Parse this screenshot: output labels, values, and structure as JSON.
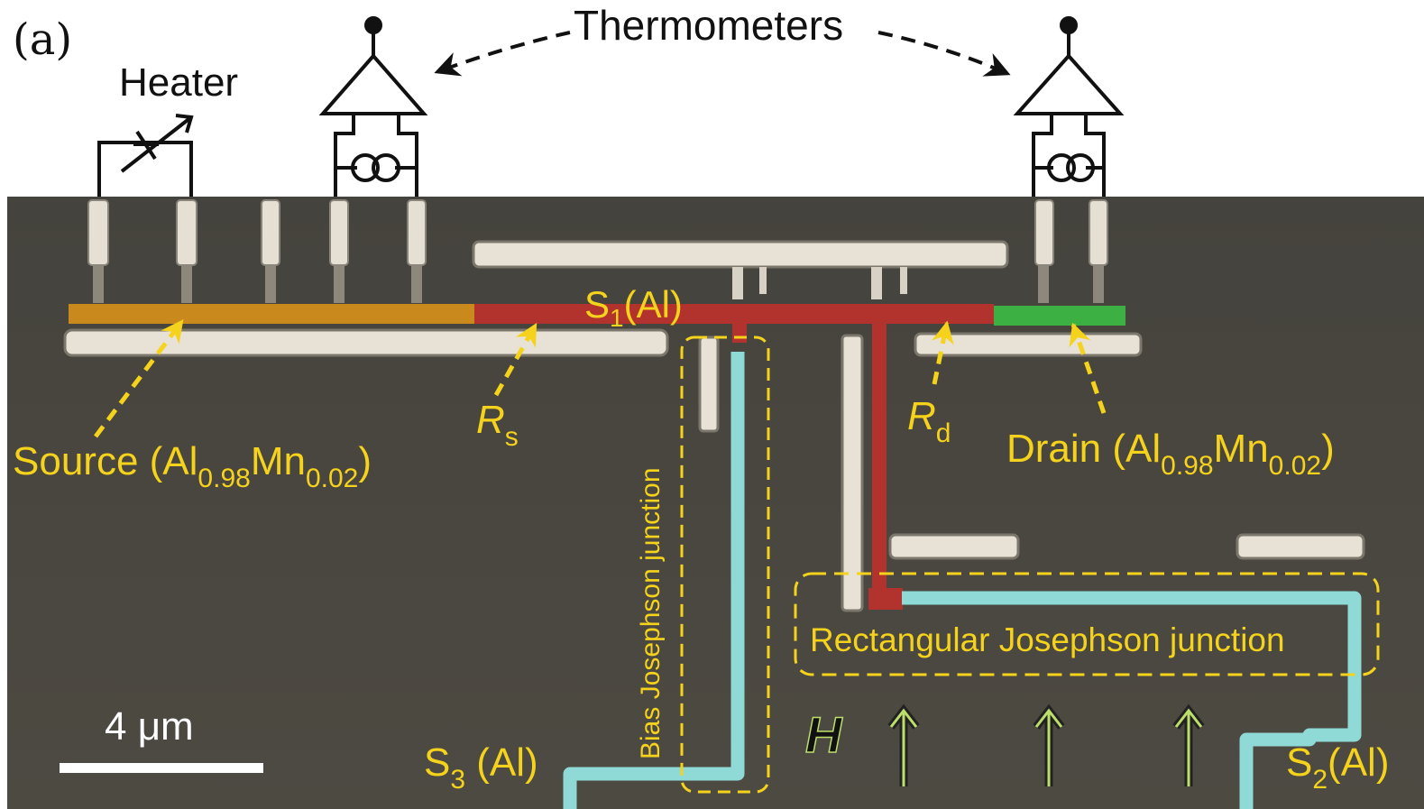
{
  "panel_label": "(a)",
  "heater": {
    "label": "Heater"
  },
  "thermometers": {
    "label": "Thermometers"
  },
  "s1": {
    "base": "S",
    "sub": "1",
    "tail": "(Al)"
  },
  "s2": {
    "base": "S",
    "sub": "2",
    "tail": "(Al)"
  },
  "s3": {
    "base": "S",
    "sub": "3",
    "tail": " (Al)"
  },
  "source": {
    "prefix": "Source (Al",
    "sub1": "0.98",
    "mid": "Mn",
    "sub2": "0.02",
    "suffix": ")"
  },
  "drain": {
    "prefix": "Drain (Al",
    "sub1": "0.98",
    "mid": "Mn",
    "sub2": "0.02",
    "suffix": ")"
  },
  "rs": {
    "base": "R",
    "sub": "s"
  },
  "rd": {
    "base": "R",
    "sub": "d"
  },
  "bias_junction": {
    "label": "Bias Josephson junction"
  },
  "rect_junction": {
    "label": "Rectangular Josephson junction"
  },
  "field": {
    "label": "H"
  },
  "scale_bar": {
    "label": "4 μm"
  },
  "colors": {
    "annotation": "#f5d21c",
    "source_drain_pad": "#c9891c",
    "s1_wire": "#b2332d",
    "drain_green": "#3db044",
    "s2_s3_wire": "#8fdad6",
    "field_arrow": "#bdde6a",
    "sem_background": "#4a4740"
  }
}
